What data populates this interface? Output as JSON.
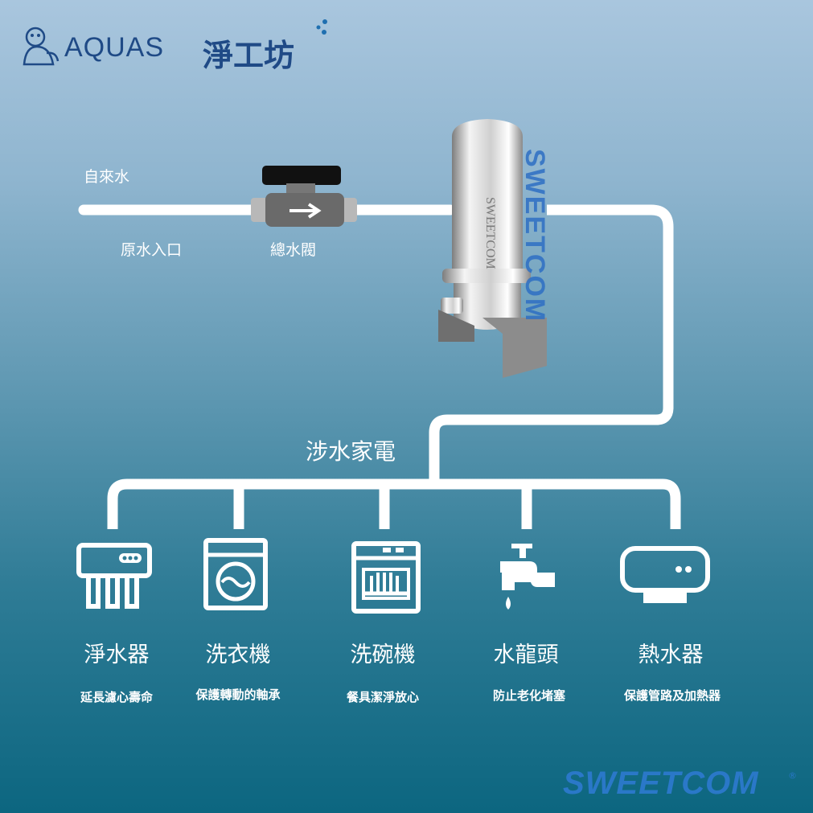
{
  "brand": {
    "name": "AQUAS",
    "name_cn": "淨工坊"
  },
  "inlet": {
    "source": "自來水",
    "entry": "原水入口",
    "valve": "總水閥"
  },
  "branch_label": "涉水家電",
  "appliances": [
    {
      "name": "淨水器",
      "desc": "延長濾心壽命",
      "icon": "water-purifier-icon"
    },
    {
      "name": "洗衣機",
      "desc": "保護轉動的軸承",
      "icon": "washing-machine-icon"
    },
    {
      "name": "洗碗機",
      "desc": "餐具潔淨放心",
      "icon": "dishwasher-icon"
    },
    {
      "name": "水龍頭",
      "desc": "防止老化堵塞",
      "icon": "faucet-icon"
    },
    {
      "name": "熱水器",
      "desc": "保護管路及加熱器",
      "icon": "water-heater-icon"
    }
  ],
  "watermark": "SWEETCOM",
  "footer_brand": "SWEETCOM",
  "registered_mark": "®",
  "colors": {
    "pipe": "#ffffff",
    "brand": "#1f4a86",
    "sweetcom": "#2a78c8"
  }
}
